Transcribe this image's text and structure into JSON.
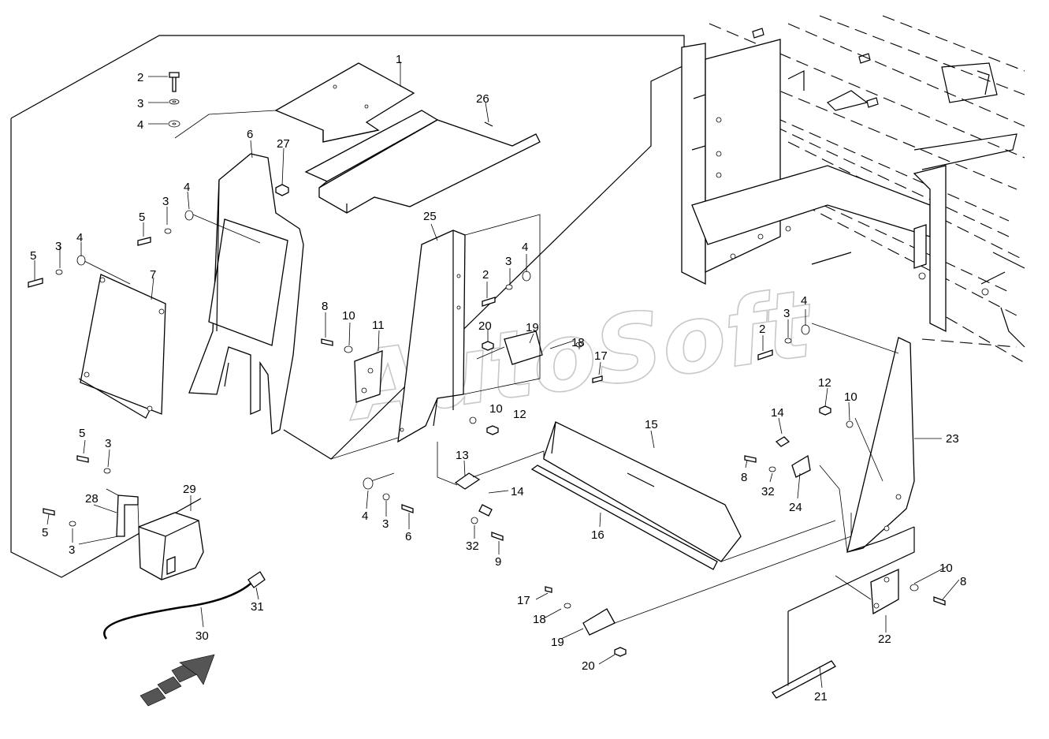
{
  "watermark": "AutoSoft",
  "callouts": [
    {
      "id": "c1",
      "text": "1"
    },
    {
      "id": "c2a",
      "text": "2"
    },
    {
      "id": "c3a",
      "text": "3"
    },
    {
      "id": "c4a",
      "text": "4"
    },
    {
      "id": "c26",
      "text": "26"
    },
    {
      "id": "c6a",
      "text": "6"
    },
    {
      "id": "c27",
      "text": "27"
    },
    {
      "id": "c5a",
      "text": "5"
    },
    {
      "id": "c3b",
      "text": "3"
    },
    {
      "id": "c4b",
      "text": "4"
    },
    {
      "id": "c5b",
      "text": "5"
    },
    {
      "id": "c3c",
      "text": "3"
    },
    {
      "id": "c4c",
      "text": "4"
    },
    {
      "id": "c7",
      "text": "7"
    },
    {
      "id": "c25",
      "text": "25"
    },
    {
      "id": "c2b",
      "text": "2"
    },
    {
      "id": "c3d",
      "text": "3"
    },
    {
      "id": "c4d",
      "text": "4"
    },
    {
      "id": "c8a",
      "text": "8"
    },
    {
      "id": "c10a",
      "text": "10"
    },
    {
      "id": "c11",
      "text": "11"
    },
    {
      "id": "c20a",
      "text": "20"
    },
    {
      "id": "c19a",
      "text": "19"
    },
    {
      "id": "c18a",
      "text": "18"
    },
    {
      "id": "c17a",
      "text": "17"
    },
    {
      "id": "c2c",
      "text": "2"
    },
    {
      "id": "c3e",
      "text": "3"
    },
    {
      "id": "c4e",
      "text": "4"
    },
    {
      "id": "c10b",
      "text": "10"
    },
    {
      "id": "c12a",
      "text": "12"
    },
    {
      "id": "c12b",
      "text": "12"
    },
    {
      "id": "c10c",
      "text": "10"
    },
    {
      "id": "c15",
      "text": "15"
    },
    {
      "id": "c14a",
      "text": "14"
    },
    {
      "id": "c23",
      "text": "23"
    },
    {
      "id": "c5c",
      "text": "5"
    },
    {
      "id": "c3f",
      "text": "3"
    },
    {
      "id": "c13",
      "text": "13"
    },
    {
      "id": "c8b",
      "text": "8"
    },
    {
      "id": "c32a",
      "text": "32"
    },
    {
      "id": "c24",
      "text": "24"
    },
    {
      "id": "c28",
      "text": "28"
    },
    {
      "id": "c29",
      "text": "29"
    },
    {
      "id": "c14b",
      "text": "14"
    },
    {
      "id": "c4f",
      "text": "4"
    },
    {
      "id": "c3g",
      "text": "3"
    },
    {
      "id": "c6b",
      "text": "6"
    },
    {
      "id": "c5d",
      "text": "5"
    },
    {
      "id": "c3h",
      "text": "3"
    },
    {
      "id": "c16",
      "text": "16"
    },
    {
      "id": "c32b",
      "text": "32"
    },
    {
      "id": "c9",
      "text": "9"
    },
    {
      "id": "c10d",
      "text": "10"
    },
    {
      "id": "c8c",
      "text": "8"
    },
    {
      "id": "c31",
      "text": "31"
    },
    {
      "id": "c17b",
      "text": "17"
    },
    {
      "id": "c18b",
      "text": "18"
    },
    {
      "id": "c19b",
      "text": "19"
    },
    {
      "id": "c22",
      "text": "22"
    },
    {
      "id": "c30",
      "text": "30"
    },
    {
      "id": "c20b",
      "text": "20"
    },
    {
      "id": "c21",
      "text": "21"
    }
  ]
}
